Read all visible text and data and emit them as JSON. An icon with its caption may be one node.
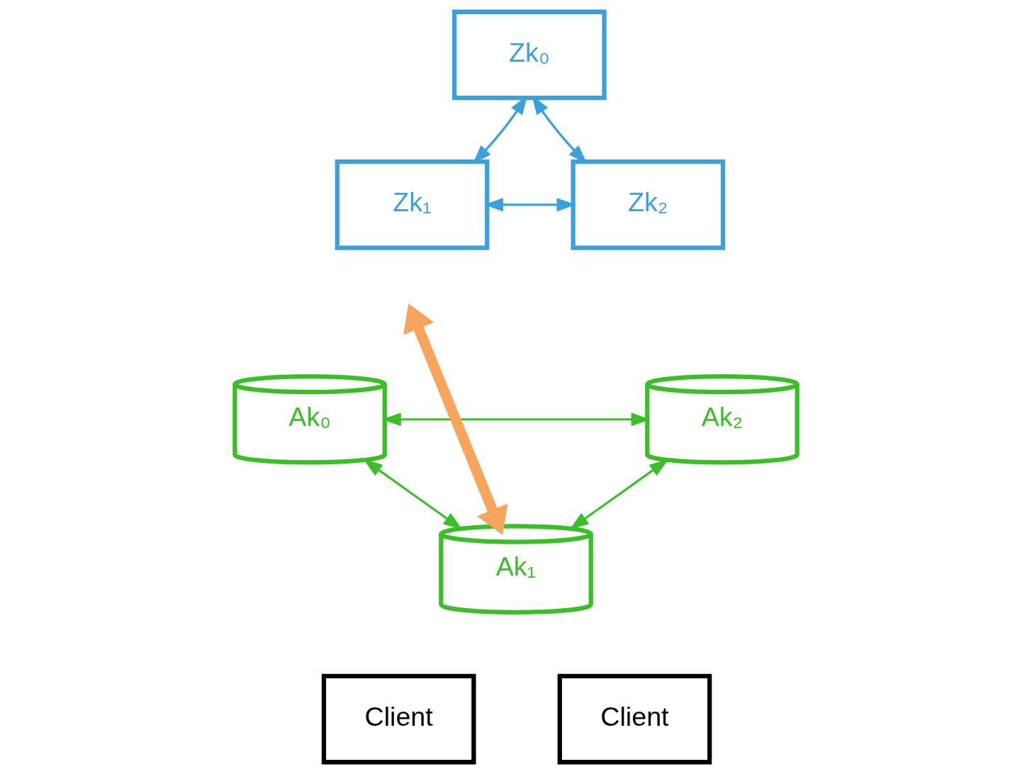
{
  "diagram": {
    "nodes": [
      {
        "text": [
          "Zk₀"
        ]
      },
      {
        "text": [
          "Zk₁"
        ]
      },
      {
        "text": [
          "Zk₂"
        ]
      },
      {
        "text": [
          "Ak₀"
        ]
      },
      {
        "text": [
          "Ak₁"
        ]
      },
      {
        "text": [
          "Ak₂"
        ]
      },
      {
        "text": [
          "Client"
        ]
      },
      {
        "text": [
          "Client"
        ]
      }
    ],
    "edges": [
      {
        "from": 1,
        "to": 0,
        "arrow": "both",
        "color": "#3ca0dc"
      },
      {
        "from": 0,
        "to": 2,
        "arrow": "both",
        "color": "#3ca0dc"
      },
      {
        "from": 1,
        "to": 2,
        "arrow": "both",
        "color": "#3ca0dc"
      },
      {
        "from": null,
        "to": 4,
        "arrow": "both",
        "style": "thick",
        "color": "#f7a45c"
      },
      {
        "from": 3,
        "to": 5,
        "arrow": "both",
        "color": "#3cbe28"
      },
      {
        "from": 3,
        "to": 4,
        "arrow": "both",
        "color": "#3cbe28"
      },
      {
        "from": 4,
        "to": 5,
        "arrow": "both",
        "color": "#3cbe28"
      }
    ]
  }
}
